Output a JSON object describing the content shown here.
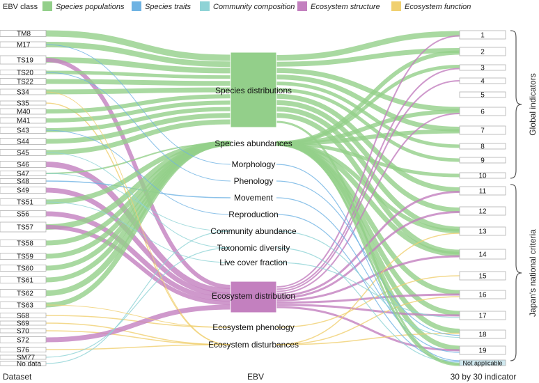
{
  "legend": {
    "title": "EBV class",
    "items": [
      {
        "label": "Species populations",
        "color": "#93cf8a"
      },
      {
        "label": "Species traits",
        "color": "#6fb3e3"
      },
      {
        "label": "Community composition",
        "color": "#8fd3d6"
      },
      {
        "label": "Ecosystem structure",
        "color": "#c380bf"
      },
      {
        "label": "Ecosystem function",
        "color": "#f0d070"
      }
    ]
  },
  "datasets": [
    "TM8",
    "M17",
    "TS19",
    "TS20",
    "TS22",
    "S34",
    "S35",
    "M40",
    "M41",
    "S43",
    "S44",
    "S45",
    "S46",
    "S47",
    "S48",
    "S49",
    "TS51",
    "S56",
    "TS57",
    "TS58",
    "TS59",
    "TS60",
    "TS61",
    "TS62",
    "TS63",
    "S68",
    "S69",
    "S70",
    "S72",
    "S76",
    "SM77",
    "No data"
  ],
  "ebvs": [
    "Species distributions",
    "Species abundances",
    "Morphology",
    "Phenology",
    "Movement",
    "Reproduction",
    "Community abundance",
    "Taxonomic diversity",
    "Live cover fraction",
    "Ecosystem distribution",
    "Ecosystem phenology",
    "Ecosystem disturbances"
  ],
  "indicators": [
    "1",
    "2",
    "3",
    "4",
    "5",
    "6",
    "7",
    "8",
    "9",
    "10",
    "11",
    "12",
    "13",
    "14",
    "15",
    "16",
    "17",
    "18",
    "19",
    "Not applicable"
  ],
  "groups": {
    "global": "Global indicators",
    "japan": "Japan's national criteria"
  },
  "axis_labels": {
    "left": "Dataset",
    "middle": "EBV",
    "right": "30 by 30 indicator"
  }
}
